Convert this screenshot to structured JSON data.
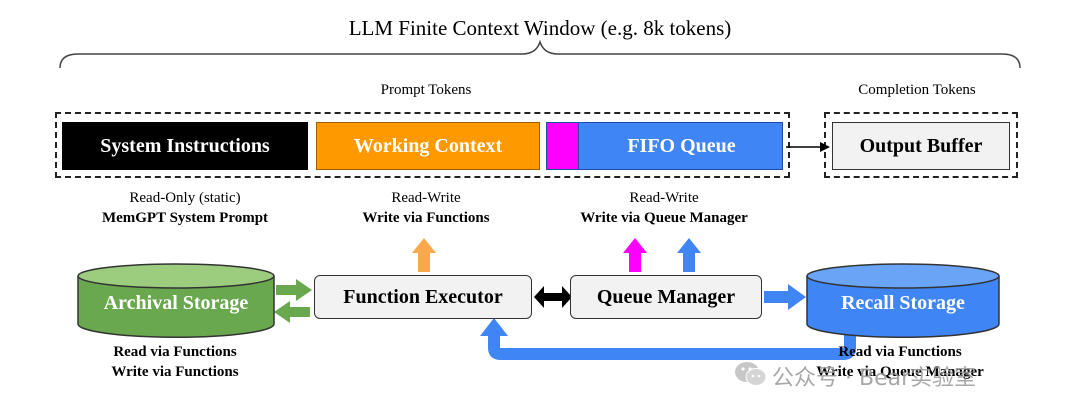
{
  "title": "LLM Finite Context Window (e.g. 8k tokens)",
  "prompt_tokens_label": "Prompt Tokens",
  "completion_tokens_label": "Completion Tokens",
  "blocks": {
    "system_instructions": "System Instructions",
    "working_context": "Working Context",
    "fifo_queue": "FIFO Queue",
    "output_buffer": "Output Buffer"
  },
  "captions": {
    "system": {
      "line1": "Read-Only (static)",
      "line2": "MemGPT System Prompt"
    },
    "working": {
      "line1": "Read-Write",
      "line2": "Write via Functions"
    },
    "fifo": {
      "line1": "Read-Write",
      "line2": "Write via Queue Manager"
    },
    "archival": {
      "line1": "Read via Functions",
      "line2": "Write via Functions"
    },
    "recall": {
      "line1": "Read via Functions",
      "line2": "Write via Queue Manager"
    }
  },
  "components": {
    "archival_storage": "Archival Storage",
    "function_executor": "Function Executor",
    "queue_manager": "Queue Manager",
    "recall_storage": "Recall Storage"
  },
  "watermark": "公众号 · Bear实验室",
  "colors": {
    "system_bg": "#000000",
    "working_bg": "#ff9900",
    "fifo_bg": "#3f85f4",
    "fifo_marker": "#ff00ff",
    "storage_green": "#6aa84f",
    "storage_blue": "#3f85f4",
    "arrow_orange": "#f9a94c",
    "arrow_magenta": "#ff00ff",
    "arrow_blue": "#3f85f4",
    "arrow_green": "#6aa84f"
  },
  "icons": [
    "wechat-icon"
  ]
}
